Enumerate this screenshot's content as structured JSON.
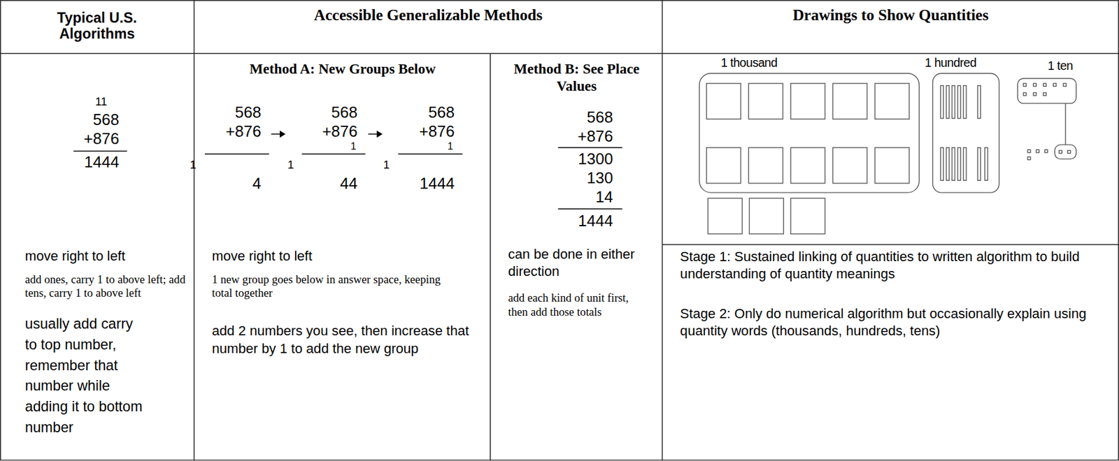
{
  "diagram": {
    "labels": [
      "Typical U.S. Algorithms",
      "Accessible Generalizable Methods",
      "Drawings to Show Quantities",
      "Method A: New Groups Below",
      "Method B: See Place Values",
      "11",
      "568",
      "+876",
      "1444",
      "568",
      "+876",
      "1",
      "4",
      "568",
      "+876",
      "1",
      "1",
      "44",
      "568",
      "+876",
      "1",
      "1",
      "1444",
      "568",
      "+876",
      "1300",
      "130",
      "14",
      "1444",
      "1 thousand",
      "1 hundred",
      "1 ten",
      "move right to left",
      "add ones, carry 1 to above left; add tens, carry 1 to above left",
      "usually add carry to top number, remember that number while adding it to bottom number",
      "move right to left",
      "1 new group goes below in answer space, keeping total together",
      "add 2 numbers you see, then increase that number by 1 to add the new group",
      "can be done in either direction",
      "add each kind of unit first, then add those totals",
      "Stage 1: Sustained linking of quantities to written algorithm to build understanding of quantity meanings",
      "Stage 2: Only do numerical algorithm but occasionally explain using quantity words (thousands, hundreds, tens)"
    ]
  }
}
